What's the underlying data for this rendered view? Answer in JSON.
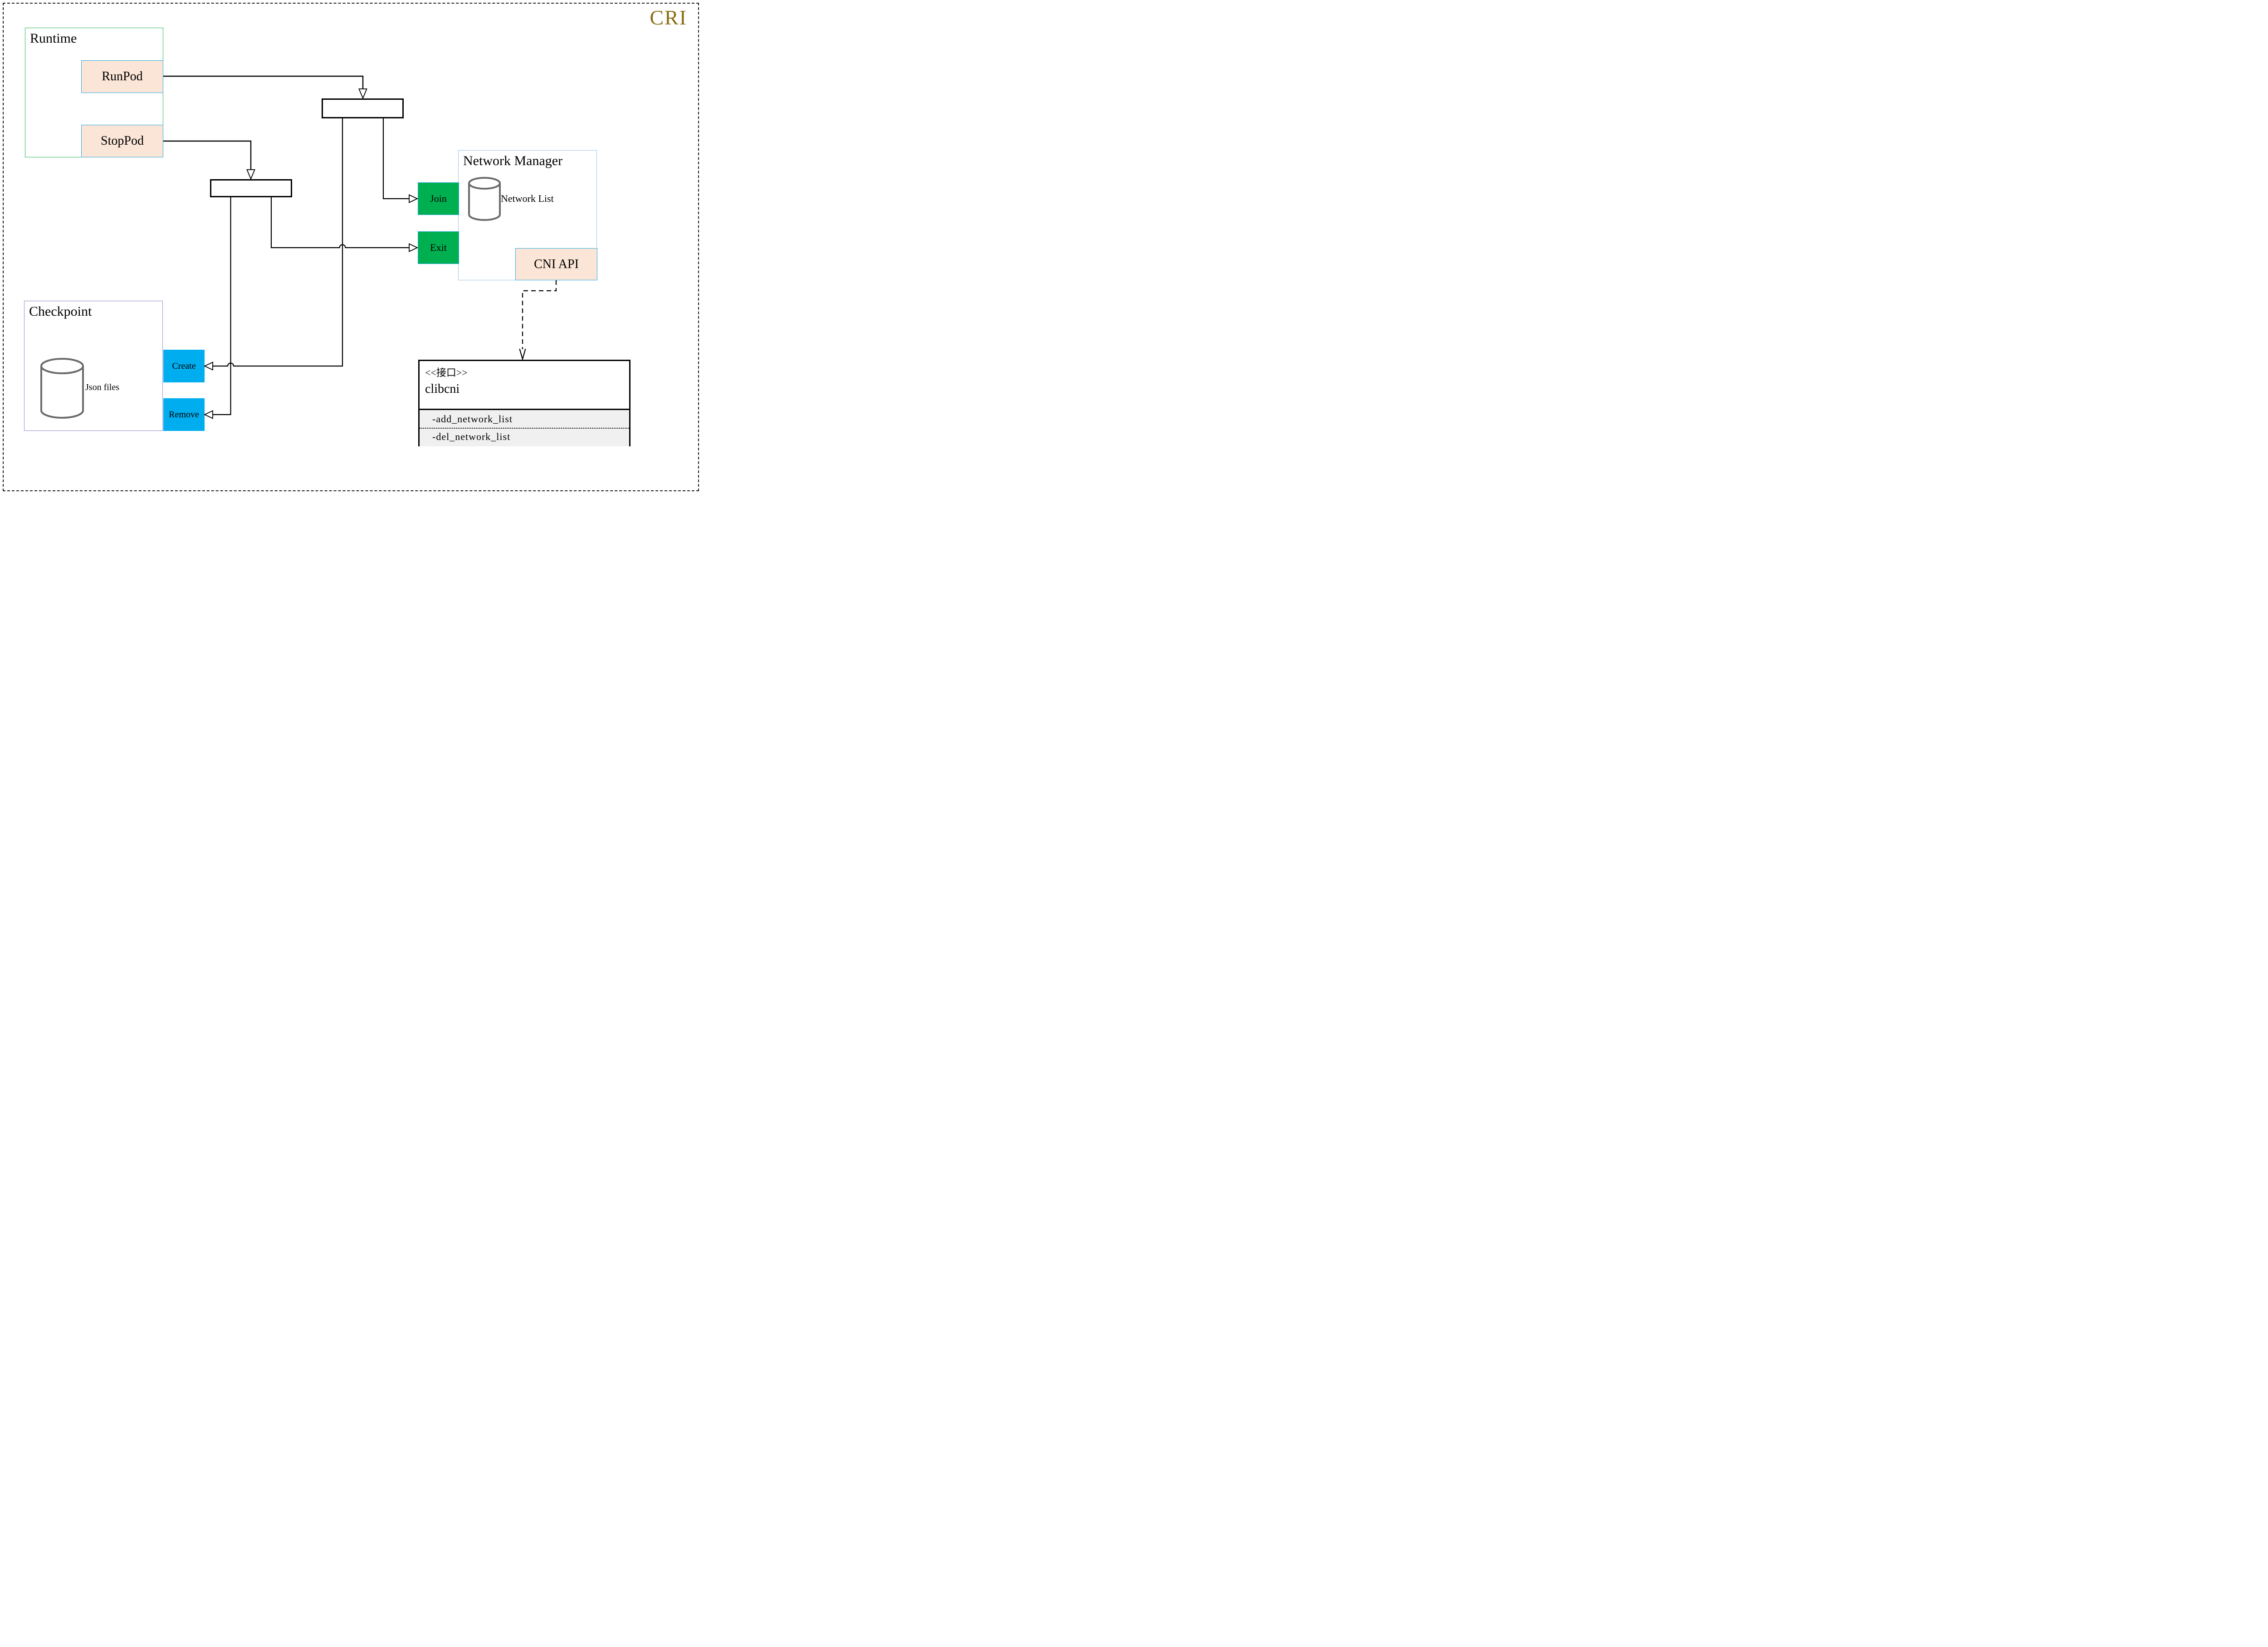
{
  "page": {
    "badge": {
      "label": "CRI",
      "color": "#8B6D14"
    },
    "border_style": "black dashed"
  },
  "runtime": {
    "title": "Runtime",
    "border_color": "#2DB75A",
    "button_bg": "#FBE5D6",
    "button_border": "#29ABE2",
    "buttons": [
      {
        "label": "RunPod"
      },
      {
        "label": "StopPod"
      }
    ]
  },
  "network_manager": {
    "title": "Network Manager",
    "border_color": "#9DC3E6",
    "database_icon": "database-cylinder",
    "database_label": "Network List",
    "button_bg": "#00B050",
    "buttons": [
      {
        "label": "Join"
      },
      {
        "label": "Exit"
      }
    ],
    "api_box": {
      "label": "CNI API",
      "bg": "#FBE5D6",
      "border": "#29ABE2"
    }
  },
  "checkpoint": {
    "title": "Checkpoint",
    "border_color": "#9688C4",
    "database_icon": "database-cylinder",
    "database_label": "Json files",
    "button_bg": "#00AEEF",
    "buttons": [
      {
        "label": "Create"
      },
      {
        "label": "Remove"
      }
    ]
  },
  "interface_class": {
    "stereotype": "<<接口>>",
    "name": "clibcni",
    "section_bg": "#F0F0F0",
    "methods": [
      {
        "label": "-add_network_list"
      },
      {
        "label": "-del_network_list"
      }
    ]
  }
}
